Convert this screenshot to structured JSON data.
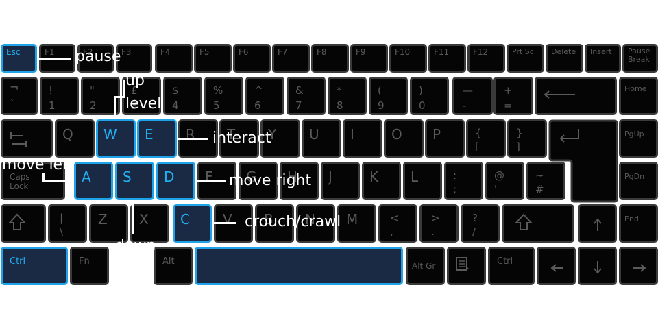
{
  "keys": {
    "esc": "Esc",
    "f1": "F1",
    "f2": "F2",
    "f3": "F3",
    "f4": "F4",
    "f5": "F5",
    "f6": "F6",
    "f7": "F7",
    "f8": "F8",
    "f9": "F9",
    "f10": "F10",
    "f11": "F11",
    "f12": "F12",
    "prtsc": "Prt Sc",
    "delete": "Delete",
    "insert": "Insert",
    "pause": "Pause\nBreak",
    "backtick_top": "¬",
    "backtick_bottom": "`",
    "n1_top": "!",
    "n1": "1",
    "n2_top": "\"",
    "n2": "2",
    "n3_top": "£",
    "n3": "3",
    "n4_top": "$",
    "n4": "4",
    "n5_top": "%",
    "n5": "5",
    "n6_top": "^",
    "n6": "6",
    "n7_top": "&",
    "n7": "7",
    "n8_top": "*",
    "n8": "8",
    "n9_top": "(",
    "n9": "9",
    "n0_top": ")",
    "n0": "0",
    "minus_top": "—",
    "minus": "-",
    "plus_top": "+",
    "plus": "=",
    "home": "Home",
    "q": "Q",
    "w": "W",
    "e": "E",
    "r": "R",
    "t": "T",
    "y": "Y",
    "u": "U",
    "i": "I",
    "o": "O",
    "p": "P",
    "lbrace_top": "{",
    "lbrace": "[",
    "rbrace_top": "}",
    "rbrace": "]",
    "pgup": "PgUp",
    "caps": "Caps\nLock",
    "a": "A",
    "s": "S",
    "d": "D",
    "f": "F",
    "g": "G",
    "h": "H",
    "j": "J",
    "k": "K",
    "l": "L",
    "colon_top": ":",
    "colon": ";",
    "at_top": "@",
    "at": "'",
    "tilde_top": "~",
    "tilde": "#",
    "pgdn": "PgDn",
    "pipe_top": "|",
    "pipe": "\\",
    "z": "Z",
    "x": "X",
    "c": "C",
    "v": "V",
    "b": "B",
    "n": "N",
    "m": "M",
    "lt_top": "<",
    "lt": ",",
    "gt_top": ">",
    "gt": ".",
    "q_top": "?",
    "q_bottom": "/",
    "end": "End",
    "ctrl": "Ctrl",
    "fn": "Fn",
    "alt": "Alt",
    "altgr": "Alt Gr",
    "rctrl": "Ctrl"
  },
  "callouts": {
    "pause": "pause",
    "up_level": "up\nlevel",
    "interact": "interact",
    "move_left": "move left",
    "move_right": "move right",
    "crouch": "crouch/crawl",
    "down_level": "down\nlevel"
  },
  "colors": {
    "highlight_border": "#1fa3e8",
    "highlight_fill": "#1a2a44",
    "key_fill": "#050505",
    "key_border": "#3a3a3a"
  }
}
